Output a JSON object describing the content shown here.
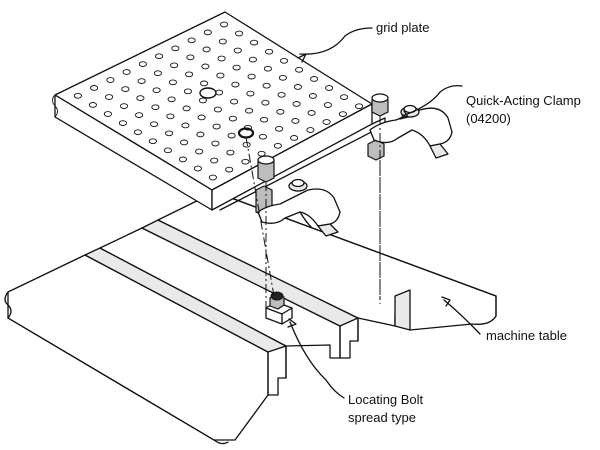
{
  "labels": {
    "grid_plate": "grid plate",
    "clamp_line1": "Quick-Acting Clamp",
    "clamp_line2": "(04200)",
    "machine_table": "machine table",
    "bolt_line1": "Locating Bolt",
    "bolt_line2": "spread type"
  },
  "grid_plate": {
    "rows": 10,
    "cols": 10
  }
}
